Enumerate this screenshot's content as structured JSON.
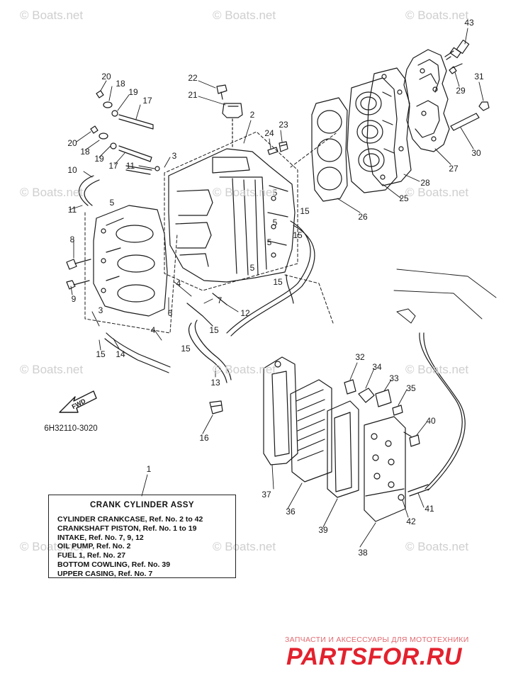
{
  "watermark_text": "© Boats.net",
  "part_code": "6H32110-3020",
  "fwd_label": "FWD",
  "legend": {
    "callout": "1",
    "title": "CRANK CYLINDER ASSY",
    "rows": [
      "CYLINDER CRANKCASE,  Ref. No. 2 to 42",
      "CRANKSHAFT PISTON,  Ref. No. 1 to 19",
      "INTAKE,  Ref. No. 7, 9, 12",
      "OIL PUMP,  Ref. No. 2",
      "FUEL 1,  Ref. No. 27",
      "BOTTOM COWLING,  Ref. No. 39",
      "UPPER CASING,  Ref. No. 7"
    ]
  },
  "footer": {
    "tagline": "ЗАПЧАСТИ И АКСЕССУАРЫ ДЛЯ МОТОТЕХНИКИ",
    "logo": "PARTSFOR.RU"
  },
  "callouts": {
    "c43": "43",
    "c29": "29",
    "c31": "31",
    "c30": "30",
    "c27": "27",
    "c28": "28",
    "c25": "25",
    "c26": "26",
    "c23": "23",
    "c24": "24",
    "c22": "22",
    "c21": "21",
    "c2": "2",
    "c20a": "20",
    "c18a": "18",
    "c19a": "19",
    "c17a": "17",
    "c20b": "20",
    "c18b": "18",
    "c19b": "19",
    "c17b": "17",
    "c3a": "3",
    "c11a": "11",
    "c10": "10",
    "c11b": "11",
    "c5a": "5",
    "c5b": "5",
    "c5c": "5",
    "c5d": "5",
    "c5e": "5",
    "c15a": "15",
    "c15b": "15",
    "c15c": "15",
    "c15d": "15",
    "c15e": "15",
    "c15f": "15",
    "c8": "8",
    "c9": "9",
    "c4a": "4",
    "c4b": "4",
    "c6": "6",
    "c7": "7",
    "c12": "12",
    "c3b": "3",
    "c14": "14",
    "c13": "13",
    "c16": "16",
    "c32": "32",
    "c34": "34",
    "c33": "33",
    "c35": "35",
    "c40": "40",
    "c41": "41",
    "c42": "42",
    "c37": "37",
    "c36": "36",
    "c39": "39",
    "c38": "38"
  }
}
